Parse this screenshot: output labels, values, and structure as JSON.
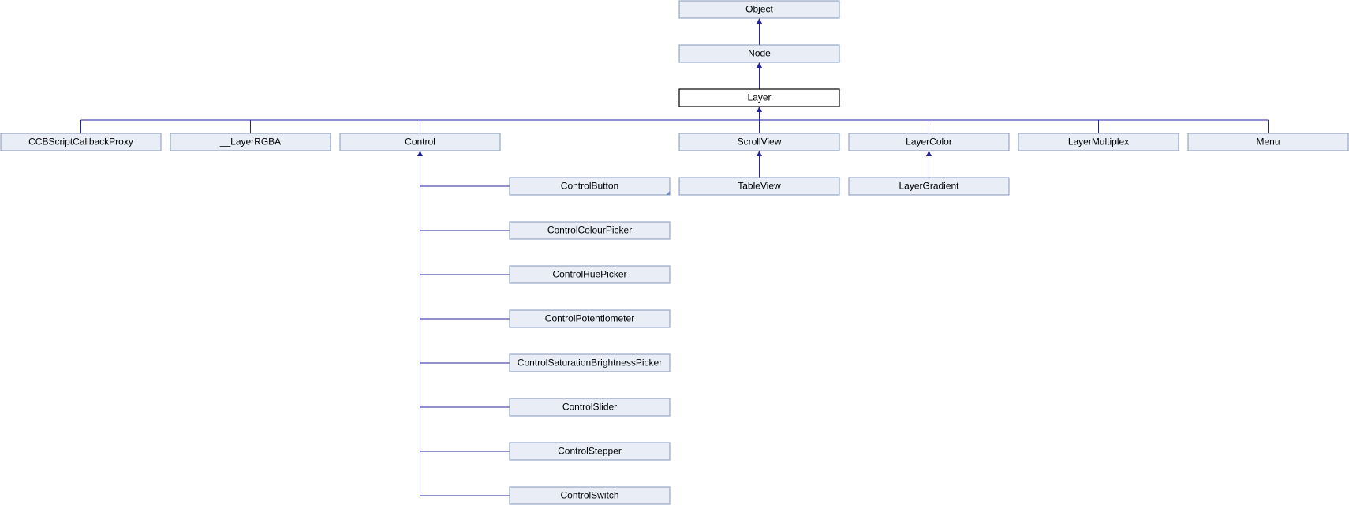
{
  "nodes": {
    "object": "Object",
    "node": "Node",
    "layer": "Layer",
    "ccbscriptcallbackproxy": "CCBScriptCallbackProxy",
    "layerrgba": "__LayerRGBA",
    "control": "Control",
    "scrollview": "ScrollView",
    "layercolor": "LayerColor",
    "layermultiplex": "LayerMultiplex",
    "menu": "Menu",
    "tableview": "TableView",
    "layergradient": "LayerGradient",
    "controlbutton": "ControlButton",
    "controlcolourpicker": "ControlColourPicker",
    "controlhuepicker": "ControlHuePicker",
    "controlpotentiometer": "ControlPotentiometer",
    "controlsaturationbrightnesspicker": "ControlSaturationBrightnessPicker",
    "controlslider": "ControlSlider",
    "controlstepper": "ControlStepper",
    "controlswitch": "ControlSwitch"
  },
  "edges": [
    {
      "child": "node",
      "parent": "object"
    },
    {
      "child": "layer",
      "parent": "node"
    },
    {
      "child": "ccbscriptcallbackproxy",
      "parent": "layer"
    },
    {
      "child": "layerrgba",
      "parent": "layer"
    },
    {
      "child": "control",
      "parent": "layer"
    },
    {
      "child": "scrollview",
      "parent": "layer"
    },
    {
      "child": "layercolor",
      "parent": "layer"
    },
    {
      "child": "layermultiplex",
      "parent": "layer"
    },
    {
      "child": "menu",
      "parent": "layer"
    },
    {
      "child": "tableview",
      "parent": "scrollview"
    },
    {
      "child": "layergradient",
      "parent": "layercolor"
    },
    {
      "child": "controlbutton",
      "parent": "control"
    },
    {
      "child": "controlcolourpicker",
      "parent": "control"
    },
    {
      "child": "controlhuepicker",
      "parent": "control"
    },
    {
      "child": "controlpotentiometer",
      "parent": "control"
    },
    {
      "child": "controlsaturationbrightnesspicker",
      "parent": "control"
    },
    {
      "child": "controlslider",
      "parent": "control"
    },
    {
      "child": "controlstepper",
      "parent": "control"
    },
    {
      "child": "controlswitch",
      "parent": "control"
    }
  ],
  "highlighted_node": "layer",
  "colors": {
    "node_fill": "#e8edf6",
    "node_border": "#8497b8",
    "edge": "#22229a",
    "highlight_border": "#000000"
  }
}
